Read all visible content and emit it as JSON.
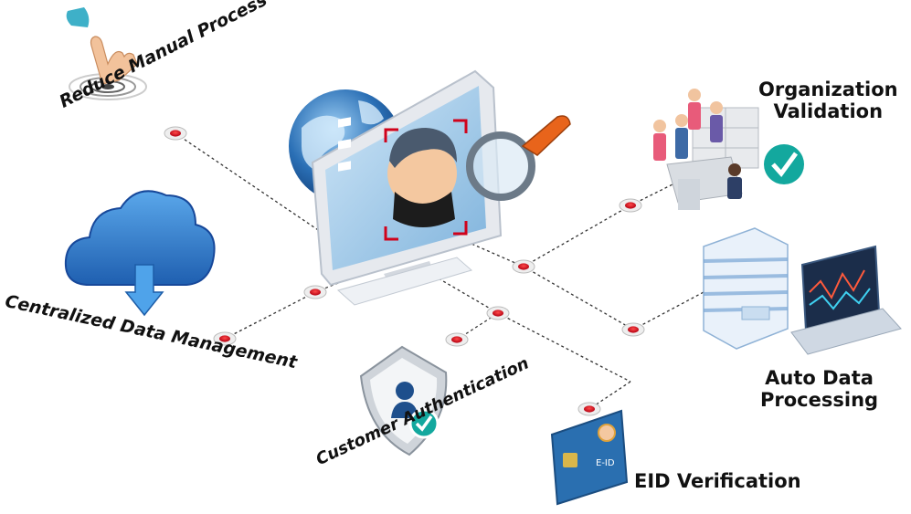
{
  "features": {
    "reduce_manual": "Reduce Manual Process",
    "centralized_data": "Centralized Data Management",
    "customer_auth": "Customer Authentication",
    "org_validation_line1": "Organization",
    "org_validation_line2": "Validation",
    "auto_data_line1": "Auto Data",
    "auto_data_line2": "Processing",
    "eid_verification": "EID Verification"
  },
  "card": {
    "eid_text": "E-ID"
  },
  "colors": {
    "accent_blue": "#1f6fc1",
    "node_red": "#d0021b",
    "check_teal": "#13a89e",
    "magnifier_orange": "#e8641b"
  }
}
